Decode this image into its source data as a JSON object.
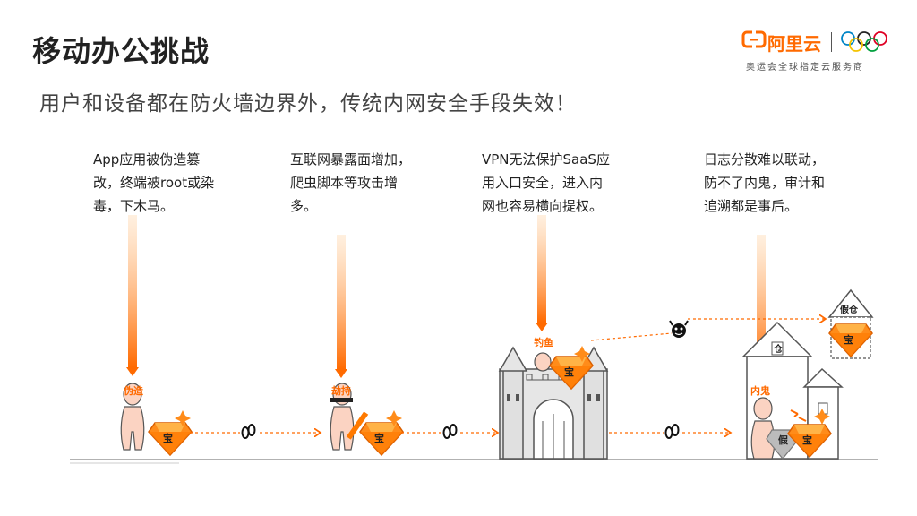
{
  "slide": {
    "title": "移动办公挑战",
    "subtitle": "用户和设备都在防火墙边界外，传统内网安全手段失效！"
  },
  "branding": {
    "brand_name": "阿里云",
    "tagline": "奥运会全球指定云服务商"
  },
  "colors": {
    "accent": "#ff6a00",
    "gem_fill": "#ff8c1a",
    "ground": "#999999",
    "castle": "#e6e6e6"
  },
  "scenarios": [
    {
      "description": "App应用被伪造篡\n改，终端被root或染\n毒，下木马。",
      "label": "伪造",
      "treasure": "宝"
    },
    {
      "description": "互联网暴露面增加，\n爬虫脚本等攻击增\n多。",
      "label": "劫持",
      "treasure": "宝"
    },
    {
      "description": "VPN无法保护SaaS应\n用入口安全，进入内\n网也容易横向提权。",
      "label": "钓鱼",
      "treasure": "宝"
    },
    {
      "description": "日志分散难以联动，\n防不了内鬼，审计和\n追溯都是事后。",
      "label": "内鬼",
      "treasure": "宝",
      "fake_treasure": "假",
      "fake_warehouse": "假仓",
      "warehouse": "仓"
    }
  ],
  "icons": [
    "footprint-icon",
    "devil-icon",
    "olympic-rings-icon",
    "aliyun-logo-icon",
    "sparkle-icon"
  ]
}
